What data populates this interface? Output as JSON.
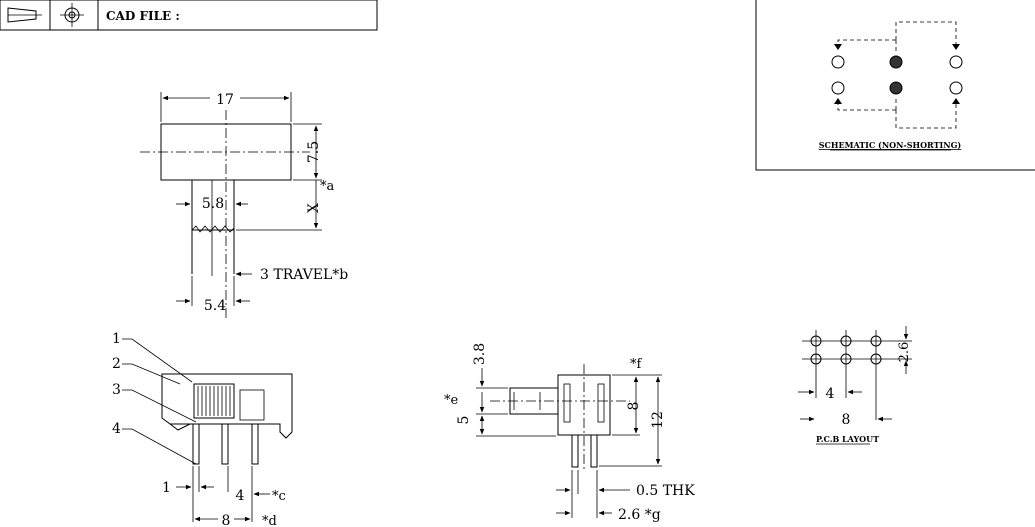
{
  "title_block": {
    "cad_label": "CAD FILE :",
    "icons": [
      "projection-symbol-icon",
      "crosshair-target-icon"
    ]
  },
  "schematic": {
    "caption": "SCHEMATIC (NON-SHORTING)"
  },
  "top_view": {
    "dim_width": "17",
    "dim_height": "7.5",
    "dim_x": "X",
    "dim_knob_width": "5.8",
    "dim_travel": "3 TRAVEL*b",
    "dim_base": "5.4",
    "note_a": "*a"
  },
  "parts_view": {
    "callouts": [
      "1",
      "2",
      "3",
      "4"
    ],
    "dim_pin": "1",
    "dim_pitch": "4",
    "dim_span": "8",
    "note_c": "*c",
    "note_d": "*d"
  },
  "side_view": {
    "dim_knob_h": "3.8",
    "dim_knob_len": "5",
    "note_e": "*e",
    "note_f": "*f",
    "dim_body_8": "8",
    "dim_body_12": "12",
    "dim_thk": "0.5 THK",
    "dim_pin_len": "2.6 *g"
  },
  "pcb_layout": {
    "caption": "P.C.B LAYOUT",
    "dim_row": "2.6",
    "dim_pitch": "4",
    "dim_span": "8"
  }
}
